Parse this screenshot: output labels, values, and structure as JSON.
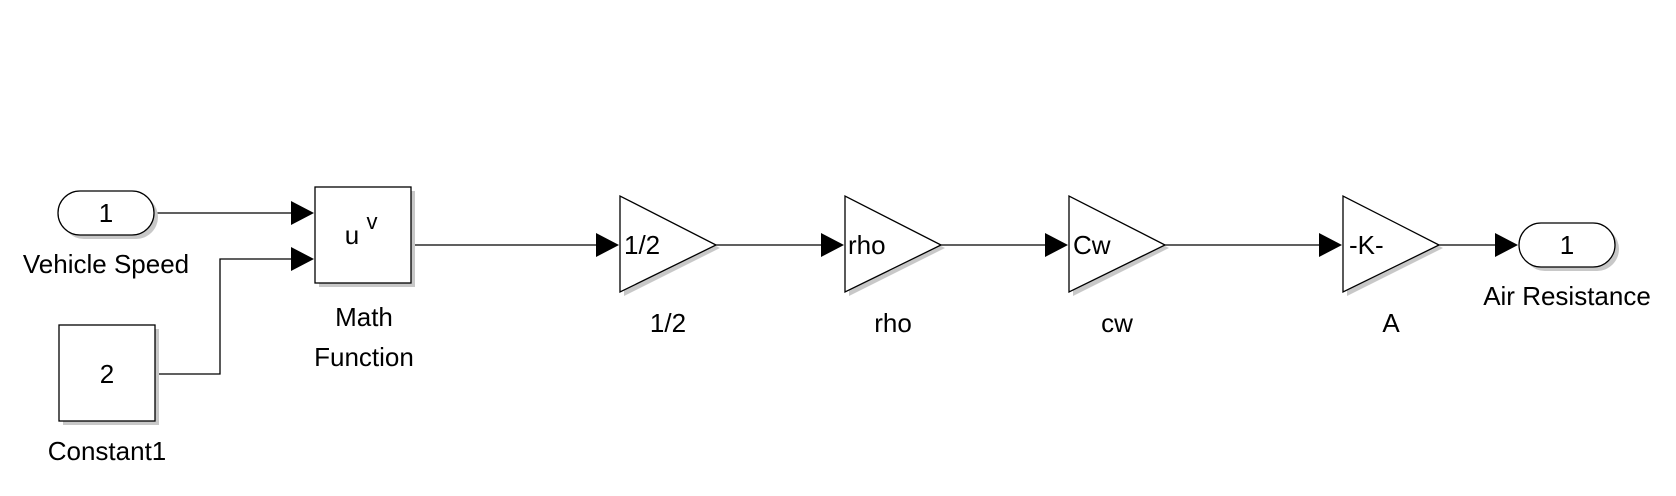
{
  "inport": {
    "number": "1",
    "label": "Vehicle Speed"
  },
  "constant": {
    "value": "2",
    "label": "Constant1"
  },
  "math_function": {
    "base": "u",
    "exponent": "v",
    "label_line1": "Math",
    "label_line2": "Function"
  },
  "gain_half": {
    "inner": "1/2",
    "label": "1/2"
  },
  "gain_rho": {
    "inner": "rho",
    "label": "rho"
  },
  "gain_cw": {
    "inner": "Cw",
    "label": "cw"
  },
  "gain_a": {
    "inner": "-K-",
    "label": "A"
  },
  "outport": {
    "number": "1",
    "label": "Air Resistance"
  }
}
